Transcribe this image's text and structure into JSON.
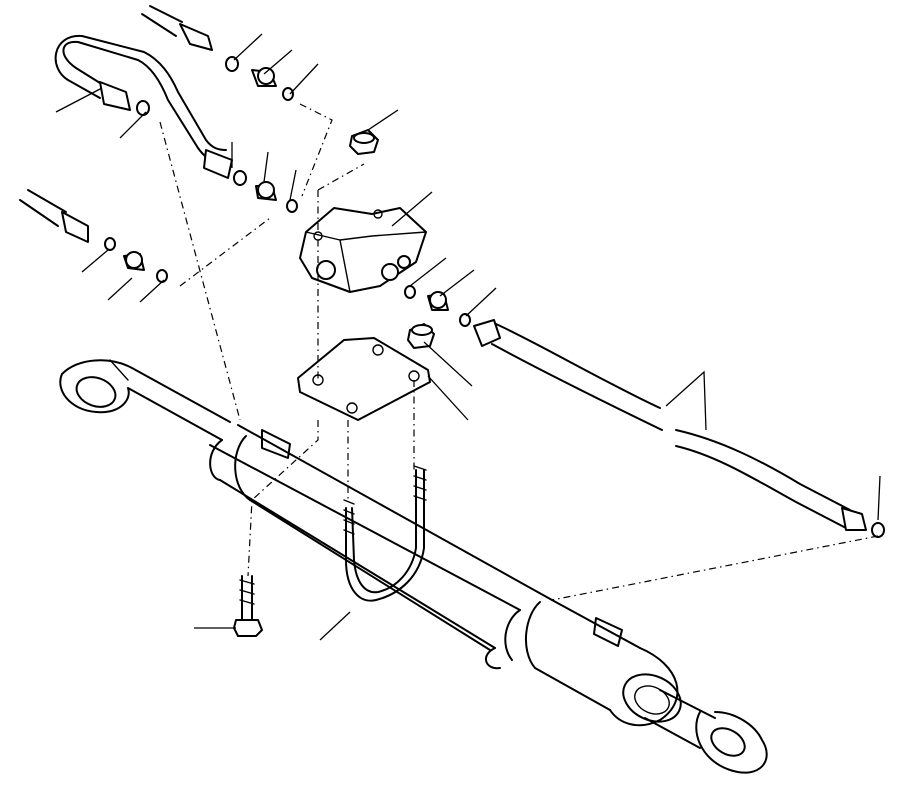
{
  "drawing": {
    "kind": "exploded parts illustration",
    "line_color": "#000000",
    "background": "#ffffff",
    "parts": [
      "hydraulic-cylinder",
      "hydraulic-tube-upper",
      "hydraulic-tube-right",
      "hose-upper-left",
      "hose-left",
      "distribution-block",
      "mounting-plate",
      "u-bolt",
      "hex-bolt",
      "nut",
      "cap-nut",
      "o-ring",
      "union-fitting"
    ]
  }
}
